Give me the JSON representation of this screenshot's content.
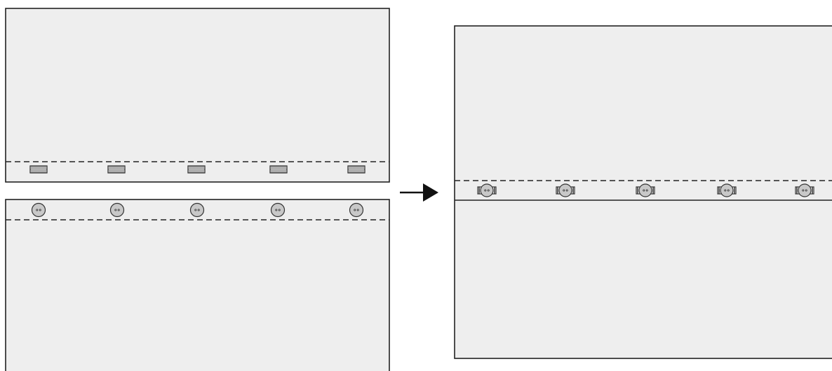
{
  "diagram": {
    "colors": {
      "panel_fill": "#eeeeee",
      "panel_stroke": "#222222",
      "button_fill": "#c8c8c8",
      "button_stroke": "#333333",
      "buttonhole_fill": "#ffffff",
      "arrow": "#111111"
    },
    "before": {
      "top_panel": {
        "buttonhole_count": 5,
        "has_seam_line": true
      },
      "bottom_panel": {
        "button_count": 5,
        "has_seam_line": true
      }
    },
    "after": {
      "joined_panel": {
        "buttoned_button_count": 5,
        "has_seam_line": true,
        "has_overlap_edge": true
      }
    },
    "arrow": {
      "icon": "arrow-right-icon"
    }
  }
}
